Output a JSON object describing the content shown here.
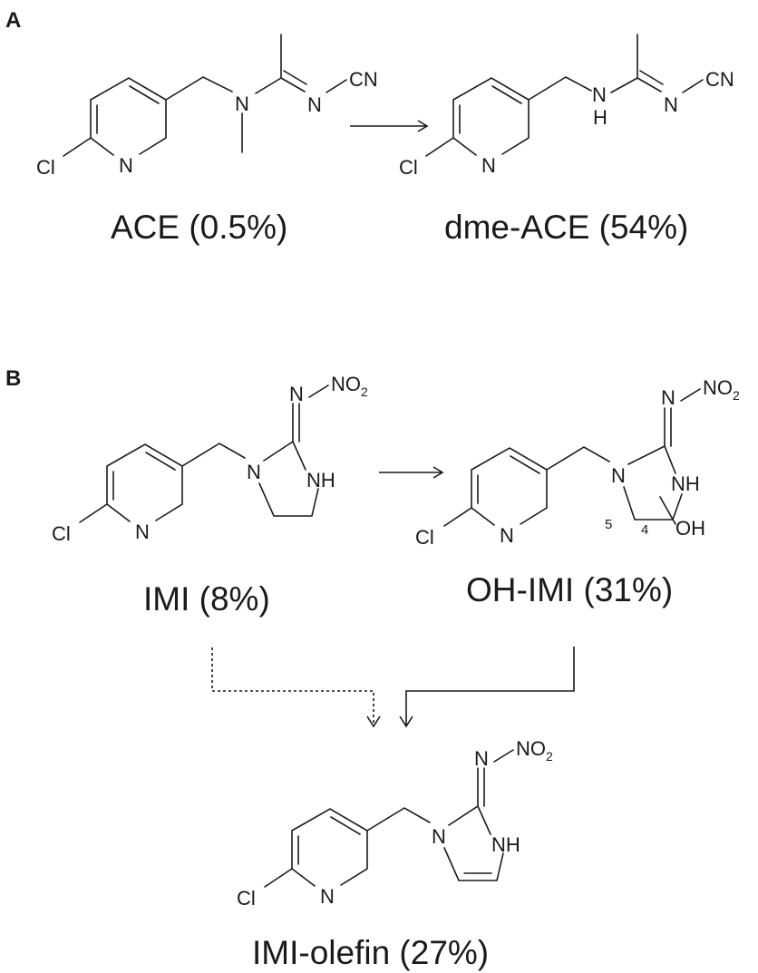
{
  "panels": {
    "a": "A",
    "b": "B"
  },
  "atoms": {
    "cl": "Cl",
    "n": "N",
    "nh": "NH",
    "h": "H",
    "cn": "CN",
    "no2_prefix": "NO",
    "no2_sub": "2",
    "oh": "OH",
    "pos5": "5",
    "pos4": "4"
  },
  "compounds": {
    "ace": "ACE (0.5%)",
    "dme_ace": "dme-ACE (54%)",
    "imi": "IMI (8%)",
    "oh_imi": "OH-IMI (31%)",
    "imi_olefin": "IMI-olefin (27%)"
  }
}
